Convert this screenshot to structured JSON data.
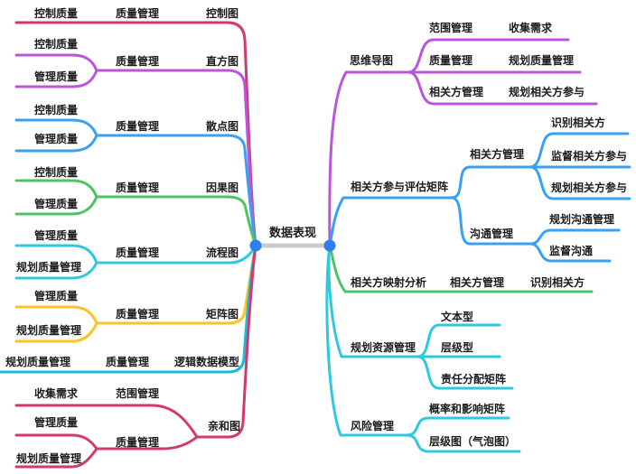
{
  "root": {
    "label": "数据表现",
    "dot_color": "#2E7EF0",
    "bar_color": "#CBCBCB"
  },
  "left": [
    {
      "label": "控制图",
      "color": "#D4386F",
      "groups": [
        {
          "label": "质量管理",
          "children": [
            {
              "label": "控制质量"
            }
          ]
        }
      ]
    },
    {
      "label": "直方图",
      "color": "#BB55D9",
      "groups": [
        {
          "label": "质量管理",
          "children": [
            {
              "label": "控制质量"
            },
            {
              "label": "管理质量"
            }
          ]
        }
      ]
    },
    {
      "label": "散点图",
      "color": "#38A1F3",
      "groups": [
        {
          "label": "质量管理",
          "children": [
            {
              "label": "控制质量"
            },
            {
              "label": "管理质量"
            }
          ]
        }
      ]
    },
    {
      "label": "因果图",
      "color": "#4FC364",
      "groups": [
        {
          "label": "质量管理",
          "children": [
            {
              "label": "控制质量"
            },
            {
              "label": "管理质量"
            }
          ]
        }
      ]
    },
    {
      "label": "流程图",
      "color": "#2EC9DC",
      "groups": [
        {
          "label": "质量管理",
          "children": [
            {
              "label": "管理质量"
            },
            {
              "label": "规划质量管理"
            }
          ]
        }
      ]
    },
    {
      "label": "矩阵图",
      "color": "#FDC321",
      "groups": [
        {
          "label": "质量管理",
          "children": [
            {
              "label": "管理质量"
            },
            {
              "label": "规划质量管理"
            }
          ]
        }
      ]
    },
    {
      "label": "逻辑数据模型",
      "color": "#17BCD5",
      "groups": [
        {
          "label": "质量管理",
          "children": [
            {
              "label": "规划质量管理"
            }
          ]
        }
      ]
    },
    {
      "label": "亲和图",
      "color": "#D4386F",
      "groups": [
        {
          "label": "范围管理",
          "children": [
            {
              "label": "收集需求"
            }
          ]
        },
        {
          "label": "质量管理",
          "children": [
            {
              "label": "管理质量"
            },
            {
              "label": "规划质量管理"
            }
          ]
        }
      ]
    }
  ],
  "right": [
    {
      "label": "思维导图",
      "color": "#BB55D9",
      "groups": [
        {
          "label": "范围管理",
          "children": [
            {
              "label": "收集需求"
            }
          ]
        },
        {
          "label": "质量管理",
          "children": [
            {
              "label": "规划质量管理"
            }
          ]
        },
        {
          "label": "相关方管理",
          "children": [
            {
              "label": "规划相关方参与"
            }
          ]
        }
      ]
    },
    {
      "label": "相关方参与评估矩阵",
      "color": "#38A1F3",
      "groups": [
        {
          "label": "相关方管理",
          "children": [
            {
              "label": "识别相关方"
            },
            {
              "label": "监督相关方参与"
            },
            {
              "label": "规划相关方参与"
            }
          ]
        },
        {
          "label": "沟通管理",
          "children": [
            {
              "label": "规划沟通管理"
            },
            {
              "label": "监督沟通"
            }
          ]
        }
      ]
    },
    {
      "label": "相关方映射分析",
      "color": "#4FC364",
      "groups": [
        {
          "label": "相关方管理",
          "children": [
            {
              "label": "识别相关方"
            }
          ]
        }
      ]
    },
    {
      "label": "规划资源管理",
      "color": "#2EC9DC",
      "children": [
        {
          "label": "文本型"
        },
        {
          "label": "层级型"
        },
        {
          "label": "责任分配矩阵"
        }
      ]
    },
    {
      "label": "风险管理",
      "color": "#2EC9DC",
      "children": [
        {
          "label": "概率和影响矩阵"
        },
        {
          "label": "层级图（气泡图）"
        }
      ]
    }
  ]
}
